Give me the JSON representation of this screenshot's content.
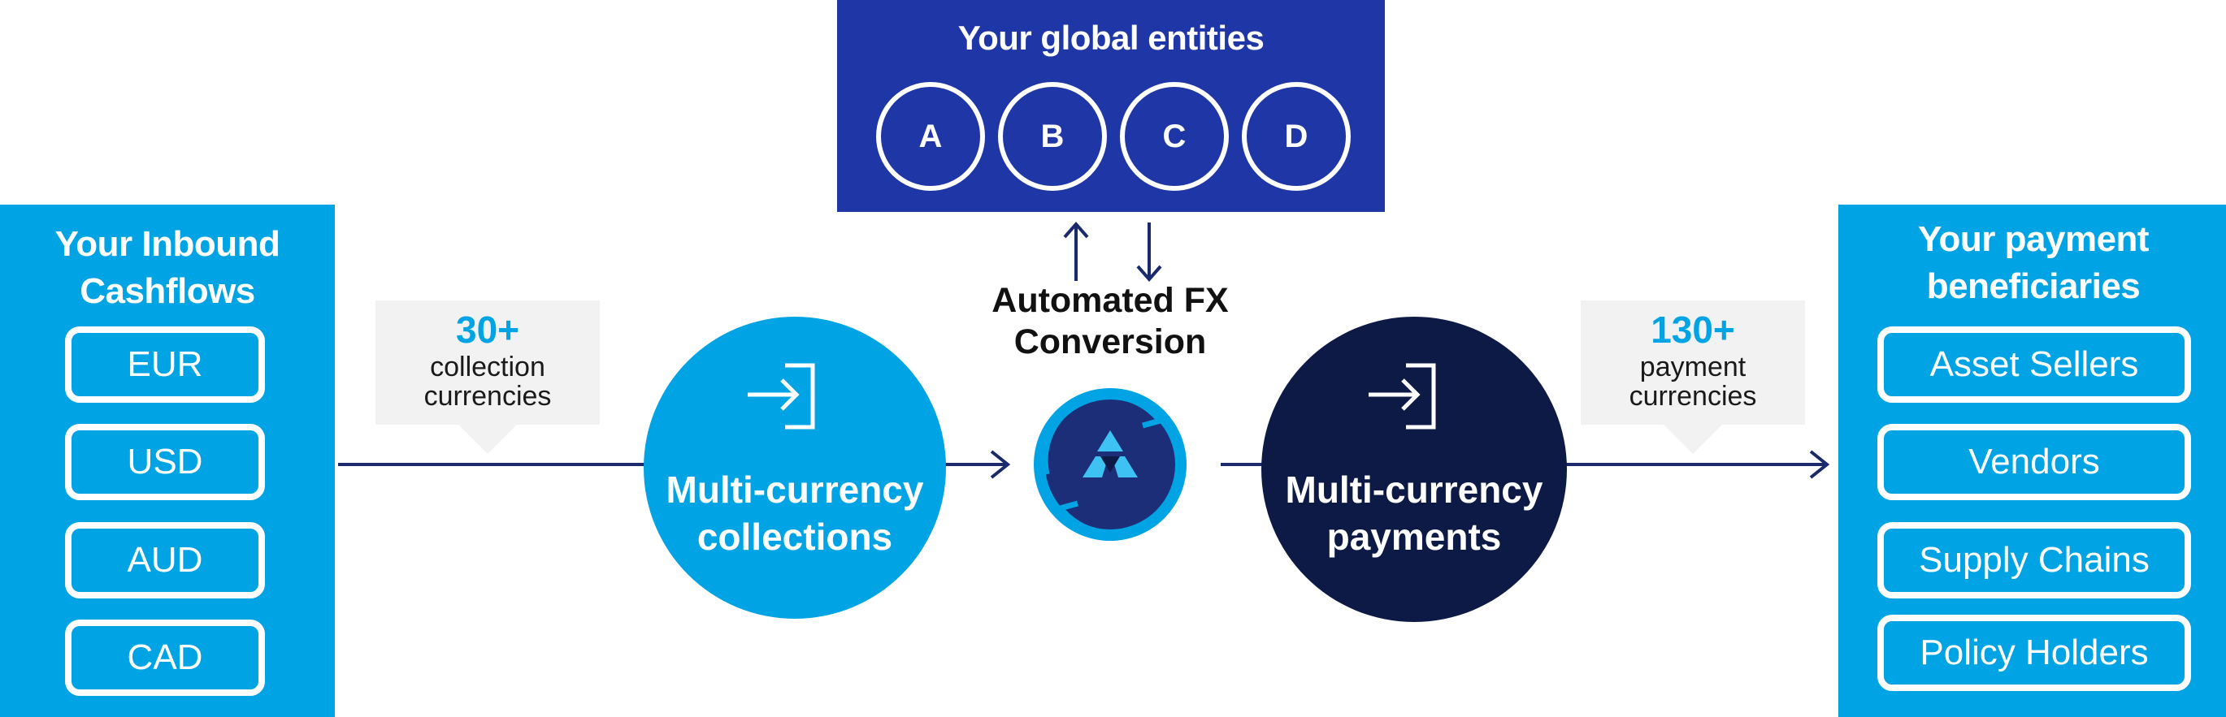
{
  "inbound": {
    "title": "Your Inbound Cashflows",
    "currencies": [
      "EUR",
      "USD",
      "AUD",
      "CAD"
    ]
  },
  "collection_callout": {
    "count": "30+",
    "line1": "collection",
    "line2": "currencies"
  },
  "collections_circle": {
    "line1": "Multi-currency",
    "line2": "collections"
  },
  "entities": {
    "title": "Your global entities",
    "items": [
      "A",
      "B",
      "C",
      "D"
    ]
  },
  "fx": {
    "line1": "Automated FX",
    "line2": "Conversion"
  },
  "payments_circle": {
    "line1": "Multi-currency",
    "line2": "payments"
  },
  "payment_callout": {
    "count": "130+",
    "line1": "payment",
    "line2": "currencies"
  },
  "beneficiaries": {
    "title": "Your payment beneficiaries",
    "items": [
      "Asset Sellers",
      "Vendors",
      "Supply Chains",
      "Policy Holders"
    ]
  },
  "colors": {
    "light_blue": "#00a4e4",
    "royal_blue": "#1f36a6",
    "dark_navy": "#0c1a45",
    "arrow_navy": "#1a2a6c",
    "callout_gray": "#f2f2f2"
  },
  "icons": [
    "login-icon",
    "triangle-logo-icon",
    "refresh-arrows-icon",
    "arrow-up-icon",
    "arrow-down-icon"
  ]
}
